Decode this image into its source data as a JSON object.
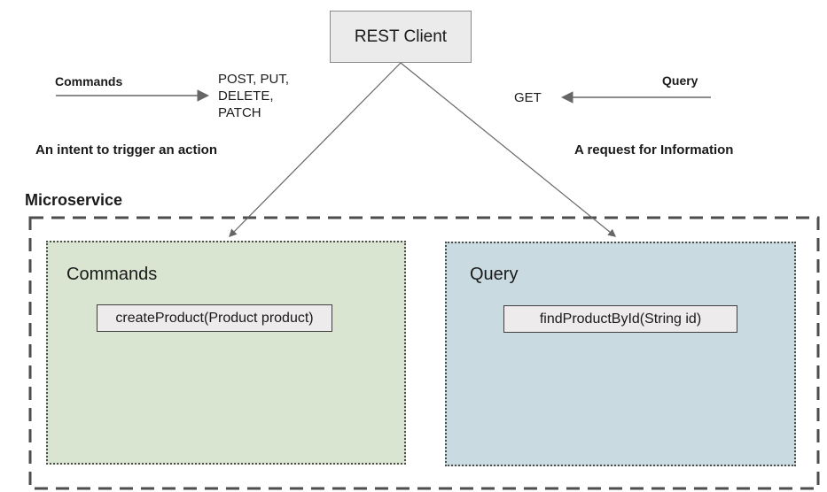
{
  "diagram": {
    "rest_client_label": "REST Client",
    "left_flow": {
      "label": "Commands",
      "http_methods": "POST, PUT,\nDELETE,\nPATCH",
      "caption": "An intent to trigger an action"
    },
    "right_flow": {
      "label": "Query",
      "http_methods": "GET",
      "caption": "A request for Information"
    },
    "microservice": {
      "title": "Microservice",
      "commands_zone": {
        "title": "Commands",
        "method": "createProduct(Product product)"
      },
      "query_zone": {
        "title": "Query",
        "method": "findProductById(String id)"
      }
    },
    "colors": {
      "commands_zone_fill": "#d9e5d1",
      "query_zone_fill": "#cadae1",
      "node_fill": "#ebebeb",
      "method_box_fill": "#edebec",
      "arrow_stroke": "#666666",
      "dashed_border": "#4d4d4d"
    }
  }
}
